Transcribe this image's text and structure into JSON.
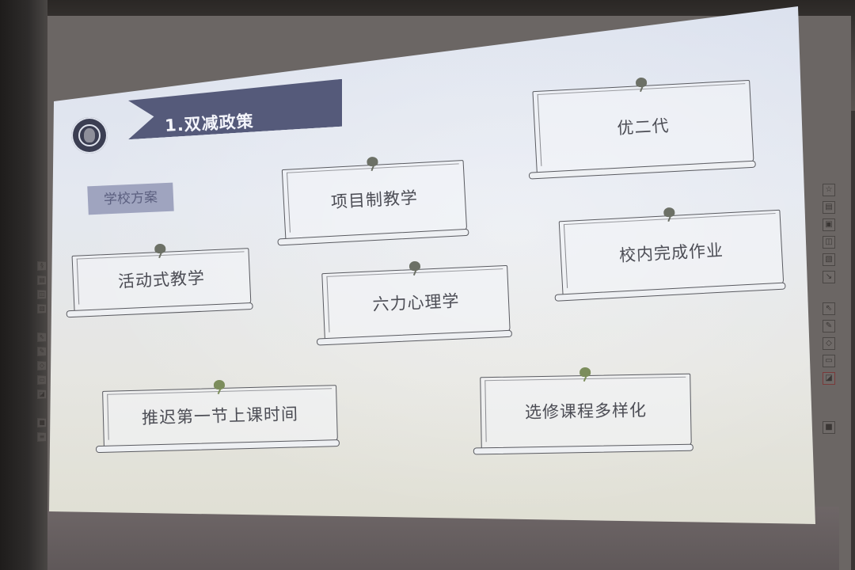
{
  "slide": {
    "section_title": "1.双减政策",
    "category_tag": "学校方案",
    "cards": [
      {
        "label": "项目制教学"
      },
      {
        "label": "优二代"
      },
      {
        "label": "活动式教学"
      },
      {
        "label": "校内完成作业"
      },
      {
        "label": "六力心理学"
      },
      {
        "label": "推迟第一节上课时间"
      },
      {
        "label": "选修课程多样化"
      }
    ]
  },
  "whiteboard_toolbar": {
    "right_tools": [
      "star-icon",
      "page-icon",
      "save-icon",
      "frame-icon",
      "image-icon",
      "cursor-pen-icon",
      "pointer-icon",
      "pen-icon",
      "eraser-icon",
      "shape-icon",
      "screen-icon",
      "menu-icon"
    ],
    "left_tools": [
      "settings-icon",
      "page-icon",
      "frame-icon",
      "image-icon",
      "pointer-icon",
      "pen-icon",
      "eraser-icon",
      "shape-icon",
      "screen-icon",
      "menu-icon",
      "more-icon"
    ]
  },
  "colors": {
    "banner": "#555a7a",
    "banner_text": "#f4f5fb",
    "tag_bg": "#9fa4bf",
    "tag_text": "#5c6080",
    "card_border": "#595a60",
    "card_text": "#4c4d55",
    "pin_green": "#7c8d5c"
  }
}
